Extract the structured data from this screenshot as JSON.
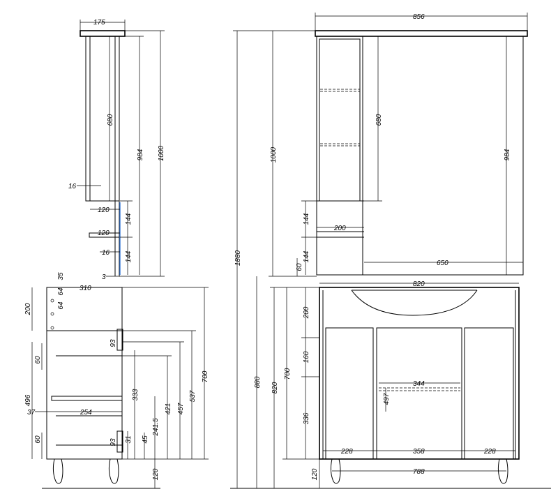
{
  "dimensions": {
    "top_side": {
      "width": "175",
      "shelf_height": "680",
      "body_height": "984",
      "total_height": "1000",
      "panel": "16",
      "shelf_depth_upper": "120",
      "shelf_depth_lower": "120",
      "gap_upper": "144",
      "gap_lower": "144",
      "bottom_panel": "16",
      "bottom_gap": "3"
    },
    "top_front": {
      "width": "856",
      "shelf_height": "680",
      "body_height": "984",
      "total_height": "1000",
      "gap_upper": "144",
      "gap_lower": "144",
      "shelf_width": "200",
      "mirror_width": "650",
      "offset": "60"
    },
    "overall": {
      "total_height": "1880"
    },
    "bottom_side": {
      "depth": "310",
      "top_offset": "35",
      "hole_a": "64",
      "hole_b": "64",
      "top_panel": "200",
      "top_gap": "60",
      "body": "496",
      "bottom_gap": "60",
      "left_inset": "37",
      "shelf_depth": "254",
      "hinge_upper": "93",
      "hinge_lower": "93",
      "h_31": "31",
      "h_45": "45",
      "h_120": "120",
      "h_241": "241.5",
      "h_333": "333",
      "h_421": "421",
      "h_457": "457",
      "h_537": "537",
      "h_700": "700"
    },
    "bottom_front": {
      "width": "820",
      "h_880": "880",
      "h_820": "820",
      "h_700": "700",
      "drawer": "200",
      "upper_door": "160",
      "lower_door": "336",
      "shelf_width": "344",
      "shelf_height": "497",
      "door_left": "228",
      "door_mid": "358",
      "door_right": "228",
      "base_width": "788",
      "leg_height": "120"
    }
  }
}
